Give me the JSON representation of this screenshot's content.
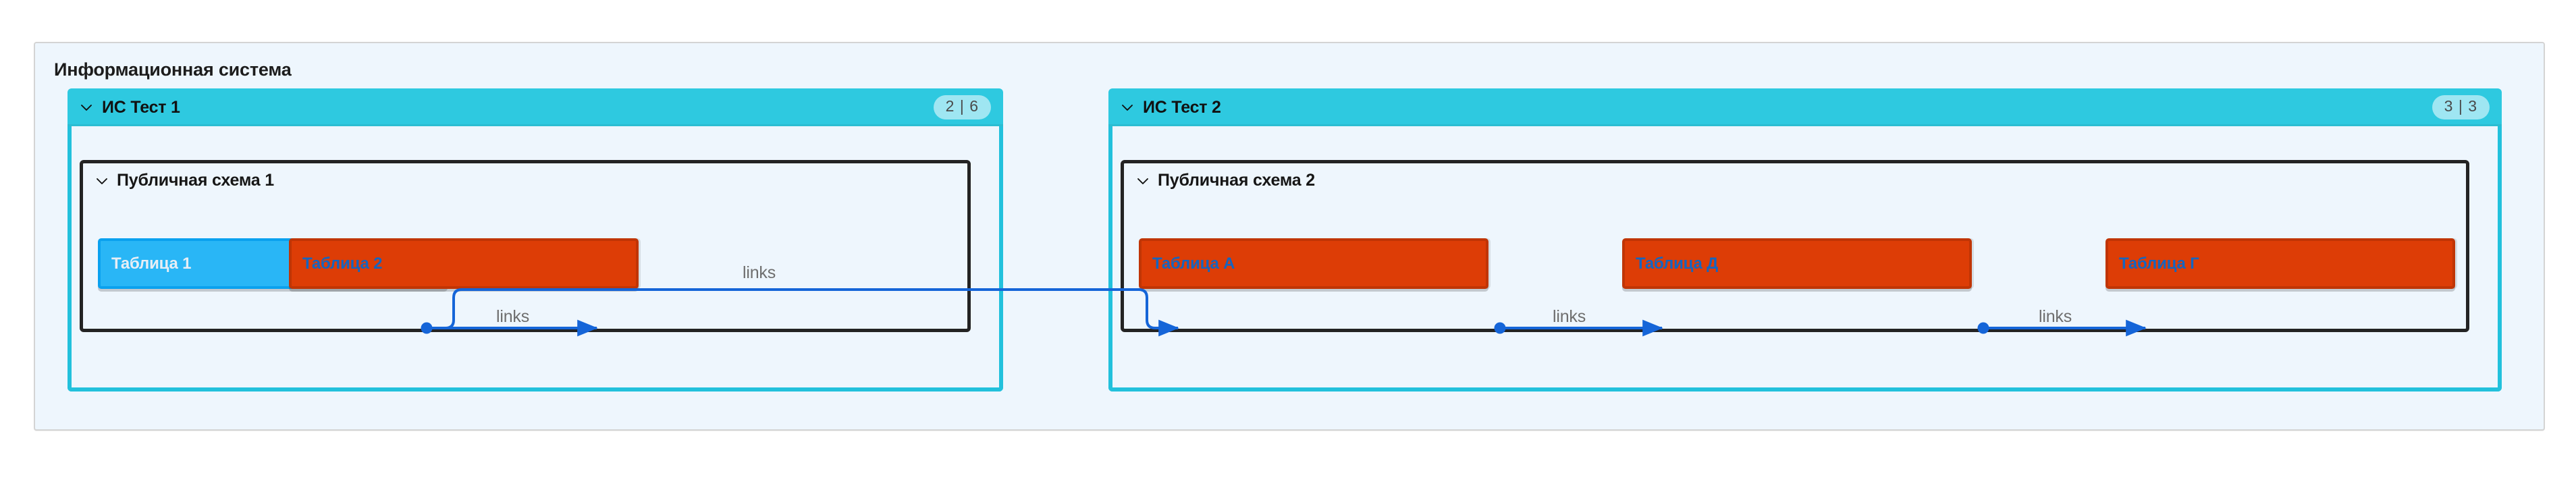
{
  "system": {
    "title": "Информационная система",
    "background_color": "#eef6fd",
    "border_color": "#d4d4d4"
  },
  "icons": {
    "chevron": "chevron-down-icon",
    "gear": "gear-icon"
  },
  "groups": [
    {
      "id": "is-test-1",
      "title": "ИС Тест 1",
      "badge": "2 | 6",
      "header_color": "#2ec9e0",
      "badge_color": "#9fe6f2",
      "schemas": [
        {
          "id": "public-schema-1",
          "title": "Публичная схема 1",
          "tables": [
            {
              "id": "table-1",
              "label": "Таблица 1",
              "color": "#29b6f6",
              "kind": "blue",
              "has_gear": true
            },
            {
              "id": "table-2",
              "label": "Таблица 2",
              "color": "#dd3d06",
              "kind": "orange",
              "has_gear": false
            }
          ]
        }
      ]
    },
    {
      "id": "is-test-2",
      "title": "ИС Тест 2",
      "badge": "3 | 3",
      "header_color": "#2ec9e0",
      "badge_color": "#9fe6f2",
      "schemas": [
        {
          "id": "public-schema-2",
          "title": "Публичная схема 2",
          "tables": [
            {
              "id": "table-a",
              "label": "Таблица А",
              "color": "#dd3d06",
              "kind": "orange",
              "has_gear": false
            },
            {
              "id": "table-d",
              "label": "Таблица Д",
              "color": "#dd3d06",
              "kind": "orange",
              "has_gear": false
            },
            {
              "id": "table-g",
              "label": "Таблица Г",
              "color": "#dd3d06",
              "kind": "orange",
              "has_gear": false
            }
          ]
        }
      ]
    }
  ],
  "edges": [
    {
      "id": "edge-t1-t2",
      "label": "links",
      "from": "table-1",
      "to": "table-2",
      "color": "#1565d8"
    },
    {
      "id": "edge-t1-ta",
      "label": "links",
      "from": "table-1",
      "to": "table-a",
      "color": "#1565d8"
    },
    {
      "id": "edge-ta-td",
      "label": "links",
      "from": "table-a",
      "to": "table-d",
      "color": "#1565d8"
    },
    {
      "id": "edge-td-tg",
      "label": "links",
      "from": "table-d",
      "to": "table-g",
      "color": "#1565d8"
    }
  ]
}
